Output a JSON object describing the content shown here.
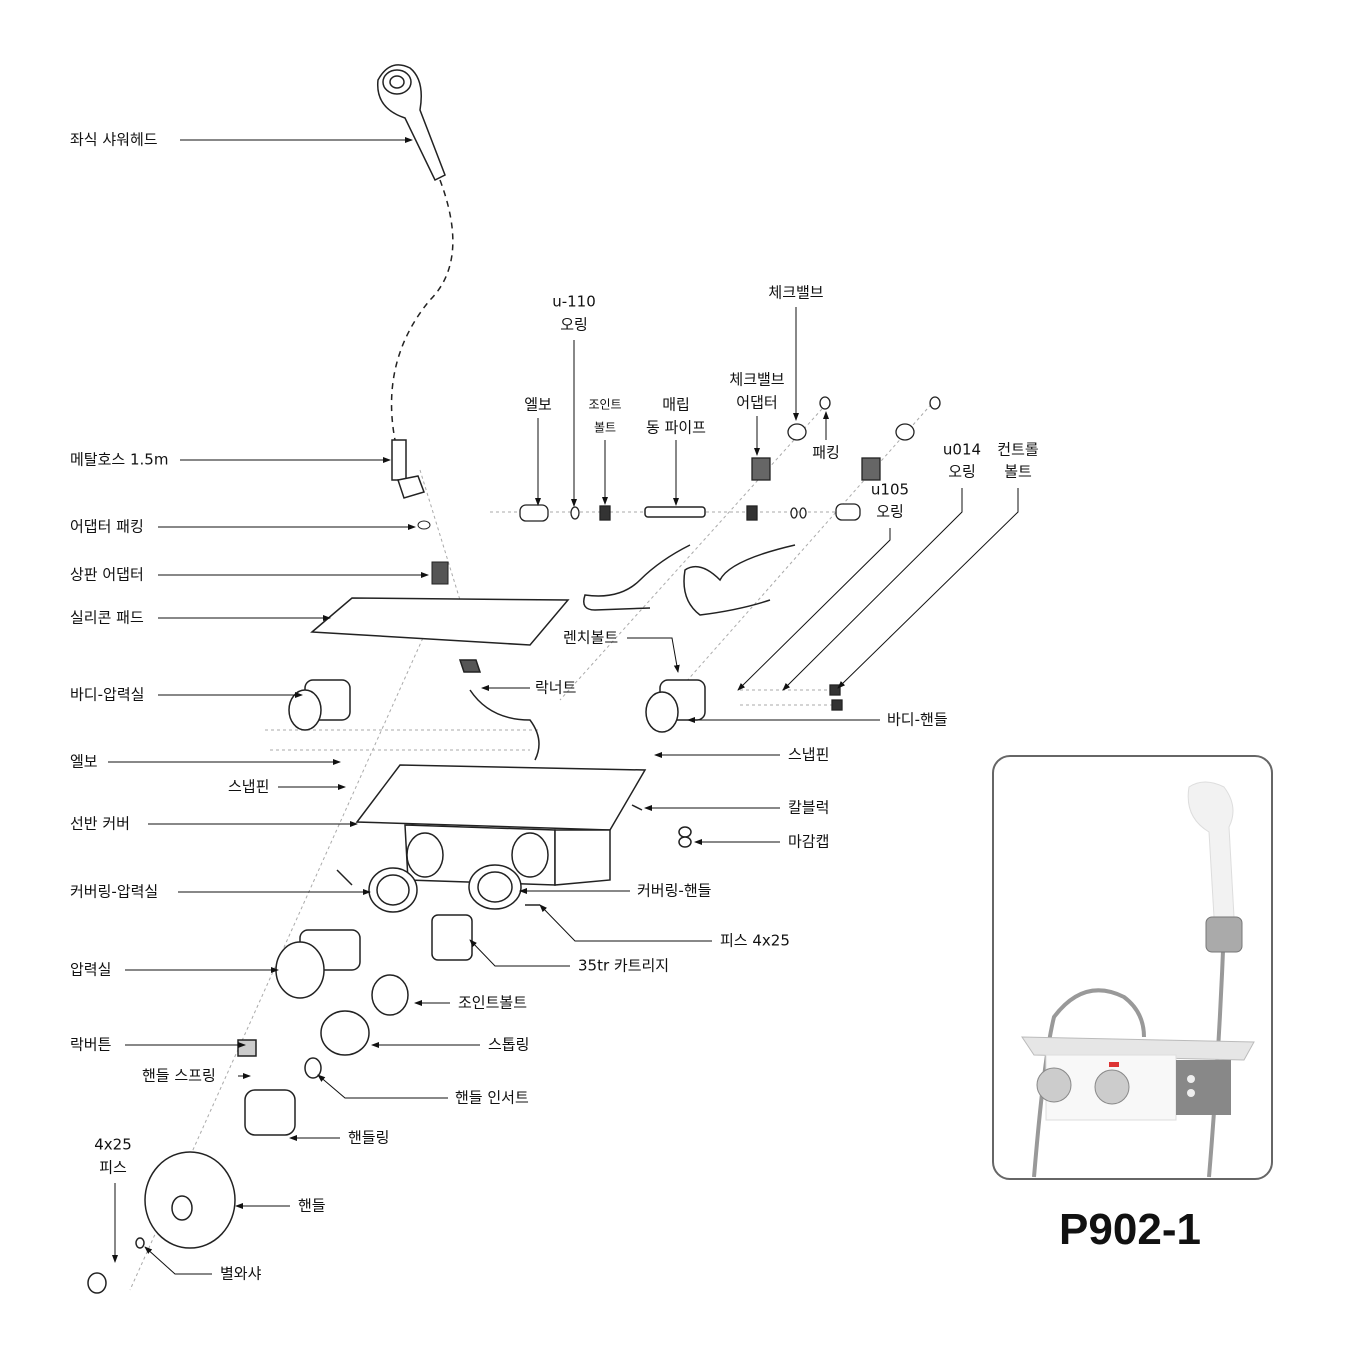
{
  "model": "P902-1",
  "left_labels": {
    "shower_head": "좌식 샤워헤드",
    "metal_hose": "메탈호스 1.5m",
    "adapter_packing": "어댑터 패킹",
    "top_adapter": "상판 어댑터",
    "silicone_pad": "실리콘 패드",
    "body_pressure": "바디-압력실",
    "elbow": "엘보",
    "snap_pin_left": "스냅핀",
    "shelf_cover": "선반 커버",
    "cover_ring_pressure": "커버링-압력실",
    "pressure_chamber": "압력실",
    "lock_button": "락버튼",
    "handle_spring": "핸들 스프링",
    "screw_4x25_a": "4x25",
    "screw_4x25_b": "피스"
  },
  "top_labels": {
    "u110_a": "u-110",
    "u110_b": "오링",
    "elbow_top": "엘보",
    "joint_bolt_a": "조인트",
    "joint_bolt_b": "볼트",
    "pipe_a": "매립",
    "pipe_b": "동 파이프",
    "check_adapter_a": "체크밸브",
    "check_adapter_b": "어댑터",
    "check_valve": "체크밸브",
    "packing": "패킹",
    "u014_a": "u014",
    "u014_b": "오링",
    "control_bolt_a": "컨트롤",
    "control_bolt_b": "볼트",
    "u105_a": "u105",
    "u105_b": "오링"
  },
  "right_labels": {
    "wrench_bolt": "렌치볼트",
    "lock_nut": "락너트",
    "body_handle": "바디-핸들",
    "snap_pin_right": "스냅핀",
    "wall_anchor": "칼블럭",
    "finish_cap": "마감캡",
    "cover_ring_handle": "커버링-핸들",
    "screw_4x25": "피스 4x25",
    "cartridge": "35tr 카트리지",
    "joint_bolt": "조인트볼트",
    "stop_ring": "스톱링",
    "handle_insert": "핸들 인서트",
    "handle_ring": "핸들링",
    "handle": "핸들",
    "star_washer": "별와샤"
  }
}
